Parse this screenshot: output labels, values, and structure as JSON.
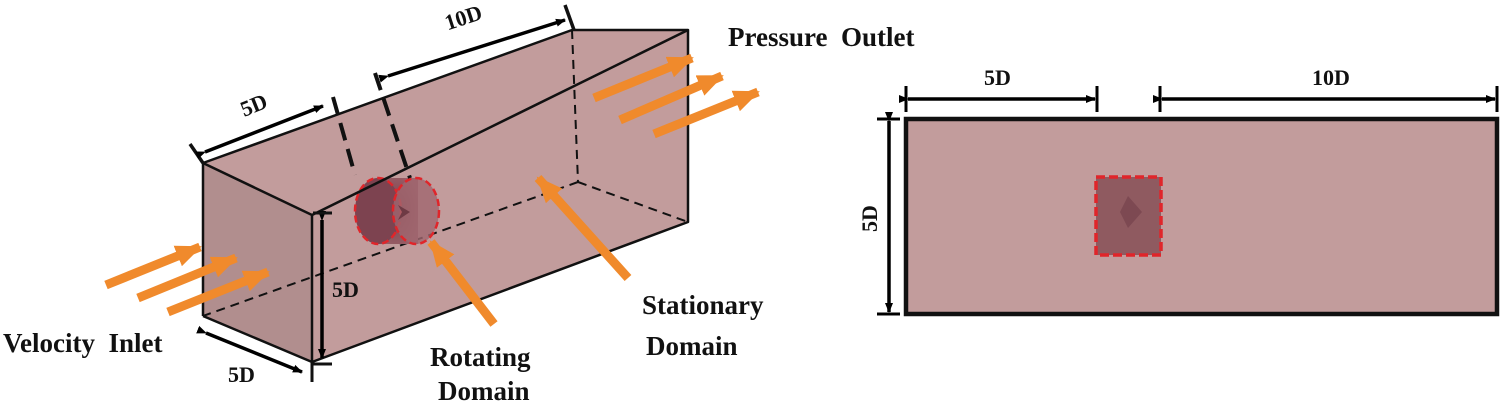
{
  "colors": {
    "domain_fill": "#b78b8b",
    "rotating_fill": "#8a4f57",
    "rotating_border": "#e0252a",
    "flow_arrow": "#f08a2c",
    "line": "#111111"
  },
  "left_view": {
    "dim_top_length": "10D",
    "dim_top_width": "5D",
    "dim_height": "5D",
    "dim_bottom_width": "5D",
    "pressure_outlet": "Pressure  Outlet",
    "velocity_inlet": "Velocity  Inlet",
    "rotating_domain_line1": "Rotating",
    "rotating_domain_line2": "Domain",
    "stationary_domain_line1": "Stationary",
    "stationary_domain_line2": "Domain"
  },
  "right_view": {
    "dim_upstream": "5D",
    "dim_downstream": "10D",
    "dim_height": "5D"
  }
}
